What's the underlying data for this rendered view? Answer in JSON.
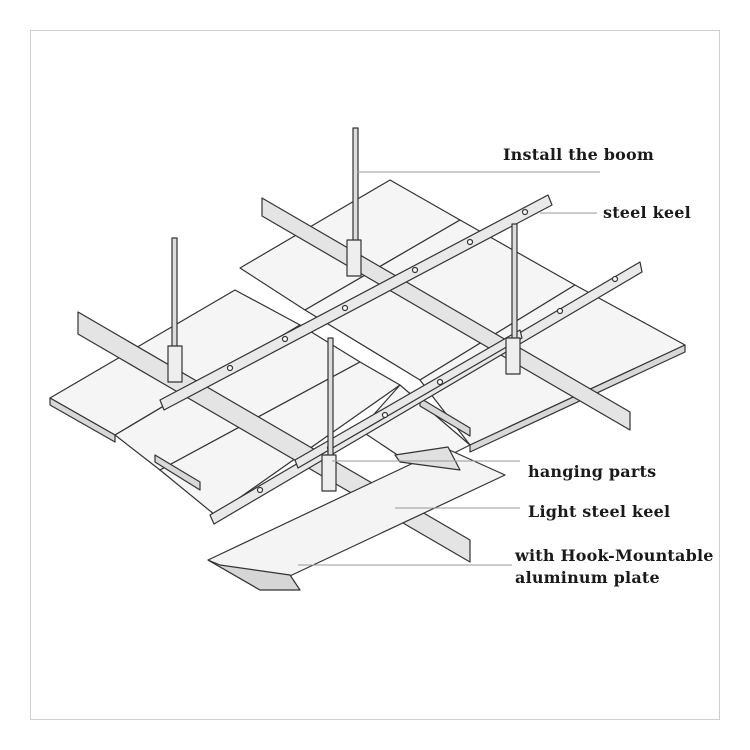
{
  "labels": {
    "boom": "Install the boom",
    "steel_keel": "steel keel",
    "hanging_parts": "hanging parts",
    "light_steel_keel": "Light steel keel",
    "plate_line1": "with Hook-Mountable",
    "plate_line2": "aluminum plate"
  },
  "colors": {
    "line": "#333333",
    "panel": "#f4f4f4",
    "keel": "#e6e6e6",
    "leader": "#999999"
  }
}
